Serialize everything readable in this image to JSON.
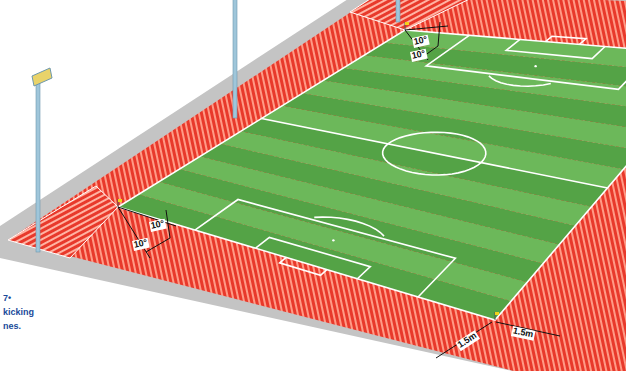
{
  "diagram": {
    "labels": [
      "10°",
      "10°",
      "10°",
      "10°",
      "1.5m",
      "1.5m",
      "7•",
      "kicking",
      "nes."
    ]
  }
}
